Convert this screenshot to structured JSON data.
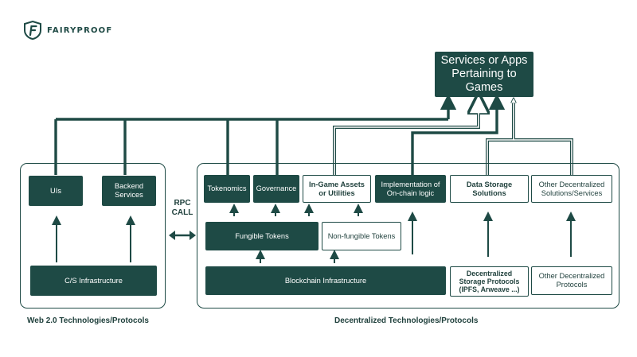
{
  "brand": {
    "name": "FAIRYPROOF",
    "logo_icon": "shield-f-icon"
  },
  "colors": {
    "primary": "#1e4a45",
    "background": "#ffffff",
    "text": "#1e3f3b"
  },
  "top_node": {
    "label": "Services or Apps Pertaining to Games"
  },
  "web2": {
    "caption": "Web 2.0 Technologies/Protocols",
    "nodes": {
      "uis": "UIs",
      "backend": "Backend Services",
      "cs_infra": "C/S Infrastructure"
    }
  },
  "rpc": {
    "label_line1": "RPC",
    "label_line2": "CALL"
  },
  "decentralized": {
    "caption": "Decentralized Technologies/Protocols",
    "nodes": {
      "tokenomics": "Tokenomics",
      "governance": "Governance",
      "in_game_assets": "In-Game Assets\nor Utilities",
      "onchain_logic": "Implementation of\nOn-chain logic",
      "data_storage": "Data Storage\nSolutions",
      "other_solutions": "Other Decentralized\nSolutions/Services",
      "fungible_tokens": "Fungible Tokens",
      "non_fungible_tokens": "Non-fungible Tokens",
      "blockchain_infra": "Blockchain Infrastructure",
      "storage_protocols": "Decentralized\nStorage Protocols\n(IPFS, Arweave ...)",
      "other_protocols": "Other Decentralized\nProtocols"
    }
  }
}
